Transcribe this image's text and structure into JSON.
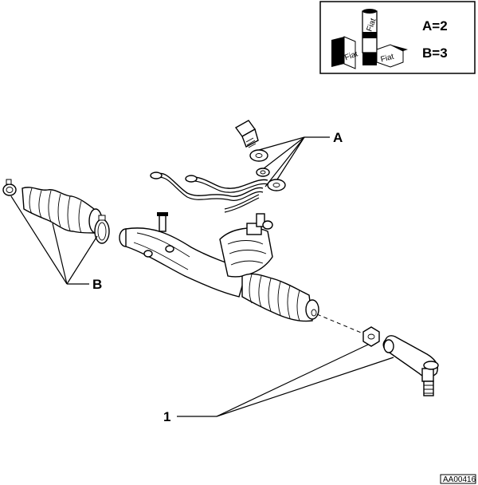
{
  "legend": {
    "line_a": "A=2",
    "line_b": "B=3",
    "product_label": "Fiat"
  },
  "callouts": {
    "a": "A",
    "b": "B",
    "one": "1"
  },
  "reference_code": "AA00416"
}
